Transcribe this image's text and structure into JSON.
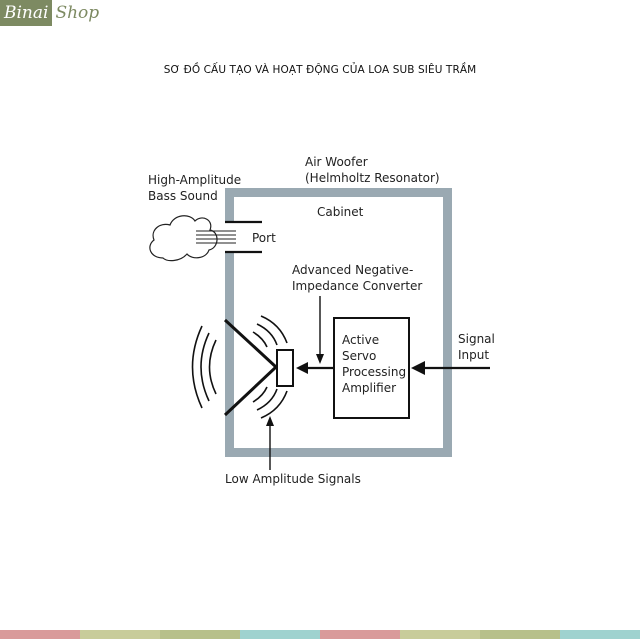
{
  "logo": {
    "part1": "Binai",
    "part2": "Shop",
    "color": "#7d8a62"
  },
  "title": "SƠ ĐỒ CẤU TẠO VÀ HOẠT ĐỘNG CỦA LOA SUB SIÊU TRẦM",
  "labels": {
    "air_woofer_1": "Air Woofer",
    "air_woofer_2": "(Helmholtz Resonator)",
    "bass_1": "High-Amplitude",
    "bass_2": "Bass Sound",
    "cabinet": "Cabinet",
    "port": "Port",
    "converter_1": "Advanced Negative-",
    "converter_2": "Impedance Converter",
    "amp_1": "Active",
    "amp_2": "Servo",
    "amp_3": "Processing",
    "amp_4": "Amplifier",
    "signal_1": "Signal",
    "signal_2": "Input",
    "low_amp": "Low Amplitude Signals"
  },
  "colors": {
    "cabinet_wall": "#9aa9b2",
    "stripes": [
      "#d99a9a",
      "#c8cc9a",
      "#b7c08a",
      "#9fd2cf",
      "#d99a9a",
      "#c8cc9a",
      "#b7c08a",
      "#9fd2cf"
    ]
  }
}
